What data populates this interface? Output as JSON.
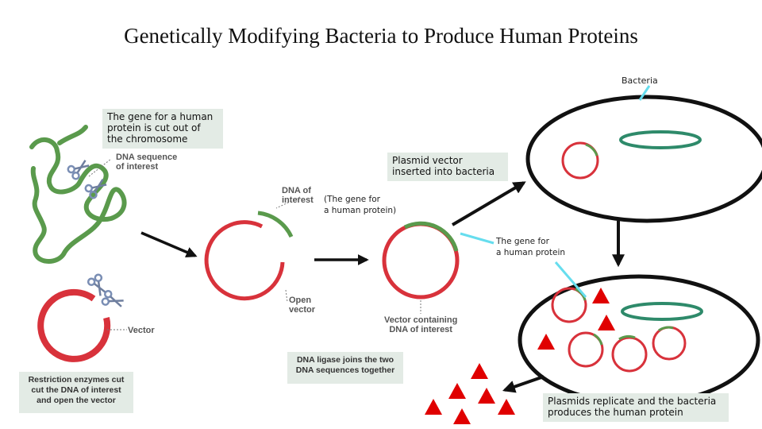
{
  "title": "Genetically Modifying Bacteria to Produce Human Proteins",
  "labels": {
    "bacteria": "Bacteria",
    "gene_cut": "The gene for a human\nprotein is cut out of\nthe chromosome",
    "plasmid_inserted": "Plasmid vector\ninserted into bacteria",
    "gene_paren": "(The gene for\na human protein)",
    "gene_for_protein": "The gene for\na human protein",
    "replicate": "Plasmids replicate and the bacteria\nproduces the human protein"
  },
  "figure": {
    "dna_sequence": "DNA sequence\nof interest",
    "dna_of_interest": "DNA of\ninterest",
    "open_vector": "Open\nvector",
    "vector": "Vector",
    "vector_containing": "Vector containing\nDNA of interest",
    "restriction": "Restriction enzymes cut\ncut the DNA of interest\nand open the vector",
    "ligase": "DNA ligase joins the two\nDNA sequences together"
  },
  "colors": {
    "plasmid_red": "#d8323b",
    "gene_green": "#5a9a4c",
    "protein_red": "#e00000",
    "pointer_cyan": "#66ddee",
    "membrane": "#111111",
    "box_bg": "#e3ebe5"
  },
  "icons": [
    "scissors-icon",
    "arrow-icon",
    "protein-triangle-icon"
  ]
}
